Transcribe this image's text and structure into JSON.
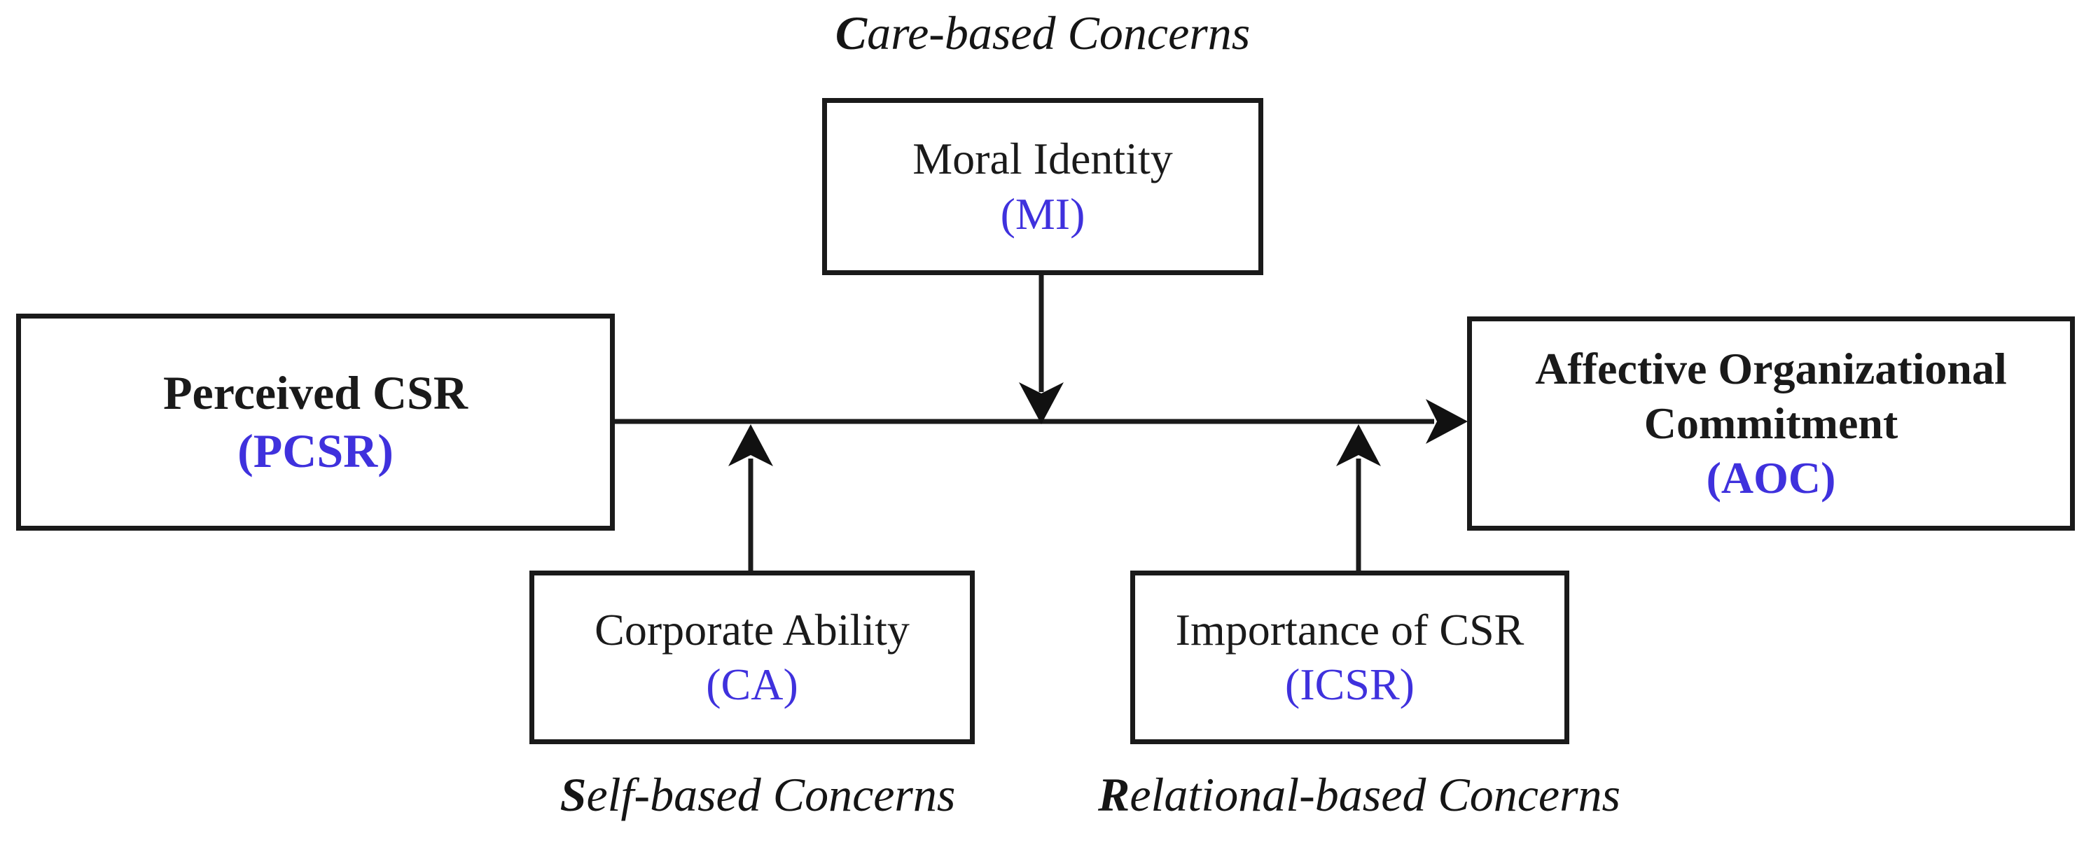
{
  "diagram": {
    "labels": {
      "care": {
        "lead": "C",
        "rest": "are-based Concerns"
      },
      "self": {
        "lead": "S",
        "rest": "elf-based Concerns"
      },
      "relational": {
        "lead": "R",
        "rest": "elational-based Concerns"
      }
    },
    "boxes": {
      "mi": {
        "title": "Moral Identity",
        "abbr": "(MI)"
      },
      "pcsr": {
        "title": "Perceived CSR",
        "abbr": "(PCSR)"
      },
      "aoc": {
        "title": "Affective Organizational Commitment",
        "abbr": "(AOC)"
      },
      "ca": {
        "title": "Corporate Ability",
        "abbr": "(CA)"
      },
      "icsr": {
        "title": "Importance of CSR",
        "abbr": "(ICSR)"
      }
    },
    "colors": {
      "abbr_blue": "#3F31DD",
      "line_black": "#1a1a1a"
    }
  }
}
